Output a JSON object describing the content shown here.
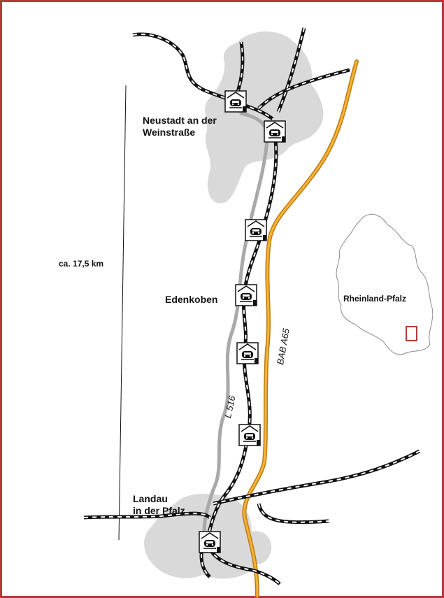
{
  "labels": {
    "neustadt_line1": "Neustadt an der",
    "neustadt_line2": "Weinstraße",
    "edenkoben": "Edenkoben",
    "landau_line1": "Landau",
    "landau_line2": "in der Pfalz",
    "distance": "ca. 17,5 km",
    "state": "Rheinland-Pfalz",
    "road_l516": "L 516",
    "road_a65": "BAB A65"
  },
  "colors": {
    "frame": "#b53a3a",
    "urban_area": "#d9d9d9",
    "railway": "#111111",
    "road_l516": "#a9a9a9",
    "motorway_a65": "#e8a317",
    "state_highlight": "#b53a3a"
  },
  "icons": {
    "station": "train-station-icon"
  }
}
